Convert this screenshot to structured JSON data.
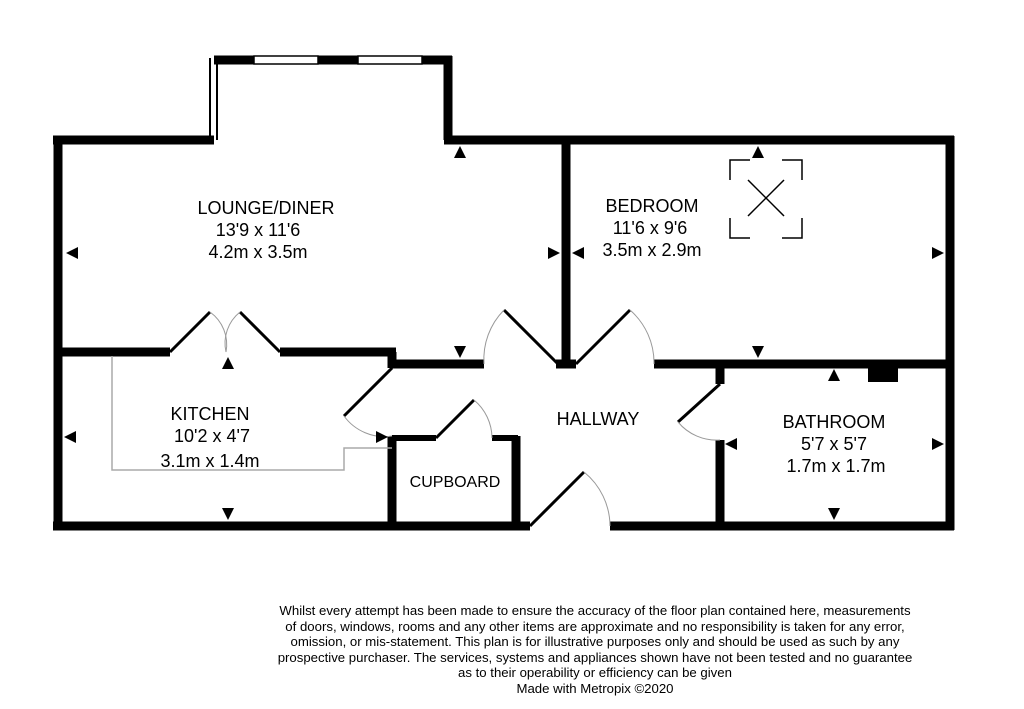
{
  "rooms": {
    "lounge": {
      "name": "LOUNGE/DINER",
      "imperial": "13'9 x 11'6",
      "metric": "4.2m x 3.5m"
    },
    "bedroom": {
      "name": "BEDROOM",
      "imperial": "11'6 x 9'6",
      "metric": "3.5m x 2.9m"
    },
    "kitchen": {
      "name": "KITCHEN",
      "imperial": "10'2 x 4'7",
      "metric": "3.1m x 1.4m"
    },
    "hallway": {
      "name": "HALLWAY"
    },
    "bathroom": {
      "name": "BATHROOM",
      "imperial": "5'7 x 5'7",
      "metric": "1.7m x 1.7m"
    },
    "cupboard": {
      "name": "CUPBOARD"
    }
  },
  "disclaimer": {
    "lines": [
      "Whilst every attempt has been made to ensure the accuracy of the floor plan contained here, measurements",
      "of doors, windows, rooms and any other items are approximate and no responsibility is taken for any error,",
      "omission, or mis-statement. This plan is for illustrative purposes only and should be used as such by any",
      "prospective purchaser. The services, systems and appliances shown have not been tested and no guarantee",
      "as to their operability or efficiency can be given"
    ],
    "credit": "Made with Metropix ©2020"
  }
}
